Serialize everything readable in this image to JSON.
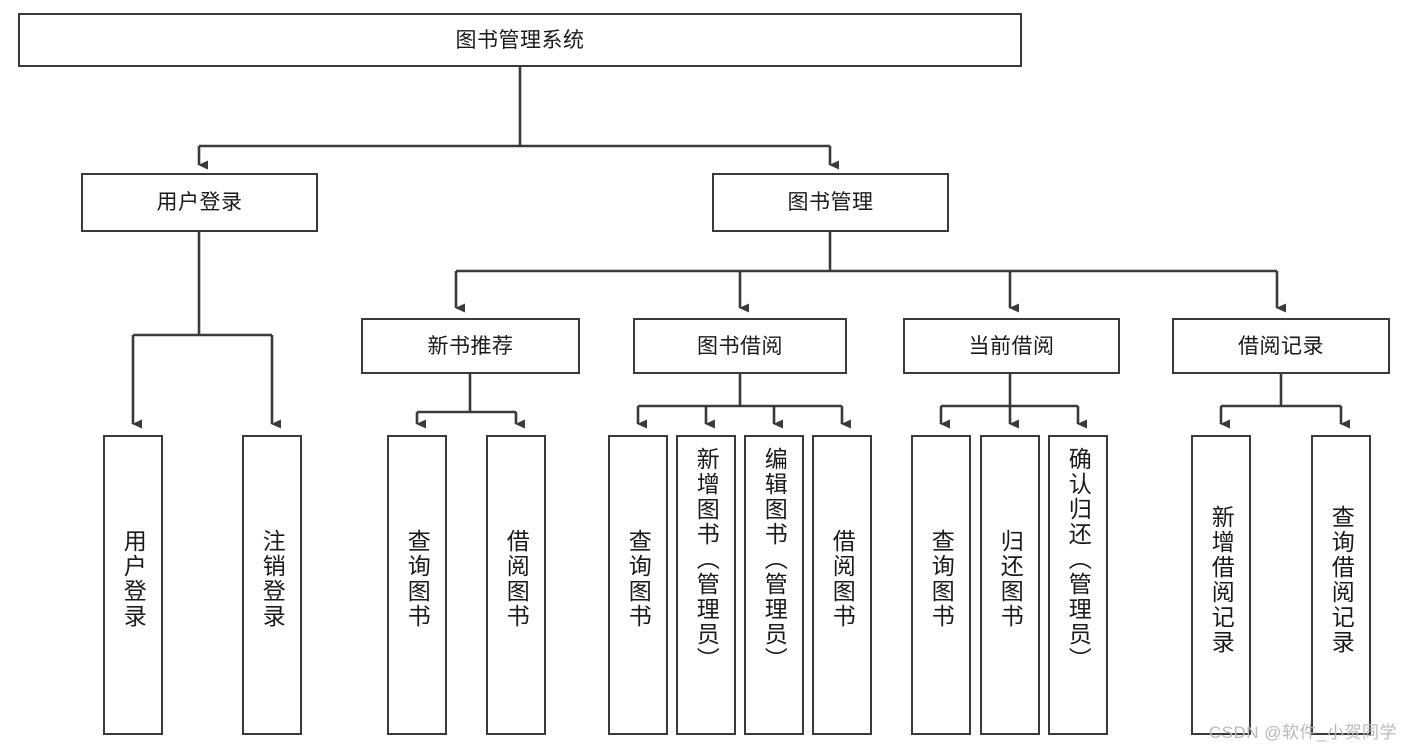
{
  "diagram": {
    "type": "tree",
    "title": "图书管理系统",
    "watermark": "CSDN @软件_小贺同学",
    "colors": {
      "border": "#3a3a3a",
      "background": "#ffffff",
      "text": "#1a1a1a",
      "connector": "#3a3a3a",
      "watermark": "#b9b9b9"
    },
    "nodes": {
      "root": {
        "label": "图书管理系统"
      },
      "level2": [
        {
          "id": "user-login",
          "label": "用户登录"
        },
        {
          "id": "book-manage",
          "label": "图书管理"
        }
      ],
      "level3": [
        {
          "id": "new-book-recommend",
          "label": "新书推荐"
        },
        {
          "id": "book-borrow",
          "label": "图书借阅"
        },
        {
          "id": "current-borrow",
          "label": "当前借阅"
        },
        {
          "id": "borrow-record",
          "label": "借阅记录"
        }
      ],
      "leaves": {
        "user-login": [
          {
            "id": "leaf-user-login",
            "label": "用户登录"
          },
          {
            "id": "leaf-logout-login",
            "label": "注销登录"
          }
        ],
        "new-book-recommend": [
          {
            "id": "leaf-query-book-1",
            "label": "查询图书"
          },
          {
            "id": "leaf-borrow-book-1",
            "label": "借阅图书"
          }
        ],
        "book-borrow": [
          {
            "id": "leaf-query-book-2",
            "label": "查询图书"
          },
          {
            "id": "leaf-add-book",
            "label": "新增图书（管理员）"
          },
          {
            "id": "leaf-edit-book",
            "label": "编辑图书（管理员）"
          },
          {
            "id": "leaf-borrow-book-2",
            "label": "借阅图书"
          }
        ],
        "current-borrow": [
          {
            "id": "leaf-query-book-3",
            "label": "查询图书"
          },
          {
            "id": "leaf-return-book",
            "label": "归还图书"
          },
          {
            "id": "leaf-confirm-return",
            "label": "确认归还（管理员）"
          }
        ],
        "borrow-record": [
          {
            "id": "leaf-add-record",
            "label": "新增借阅记录"
          },
          {
            "id": "leaf-query-record",
            "label": "查询借阅记录"
          }
        ]
      }
    }
  }
}
